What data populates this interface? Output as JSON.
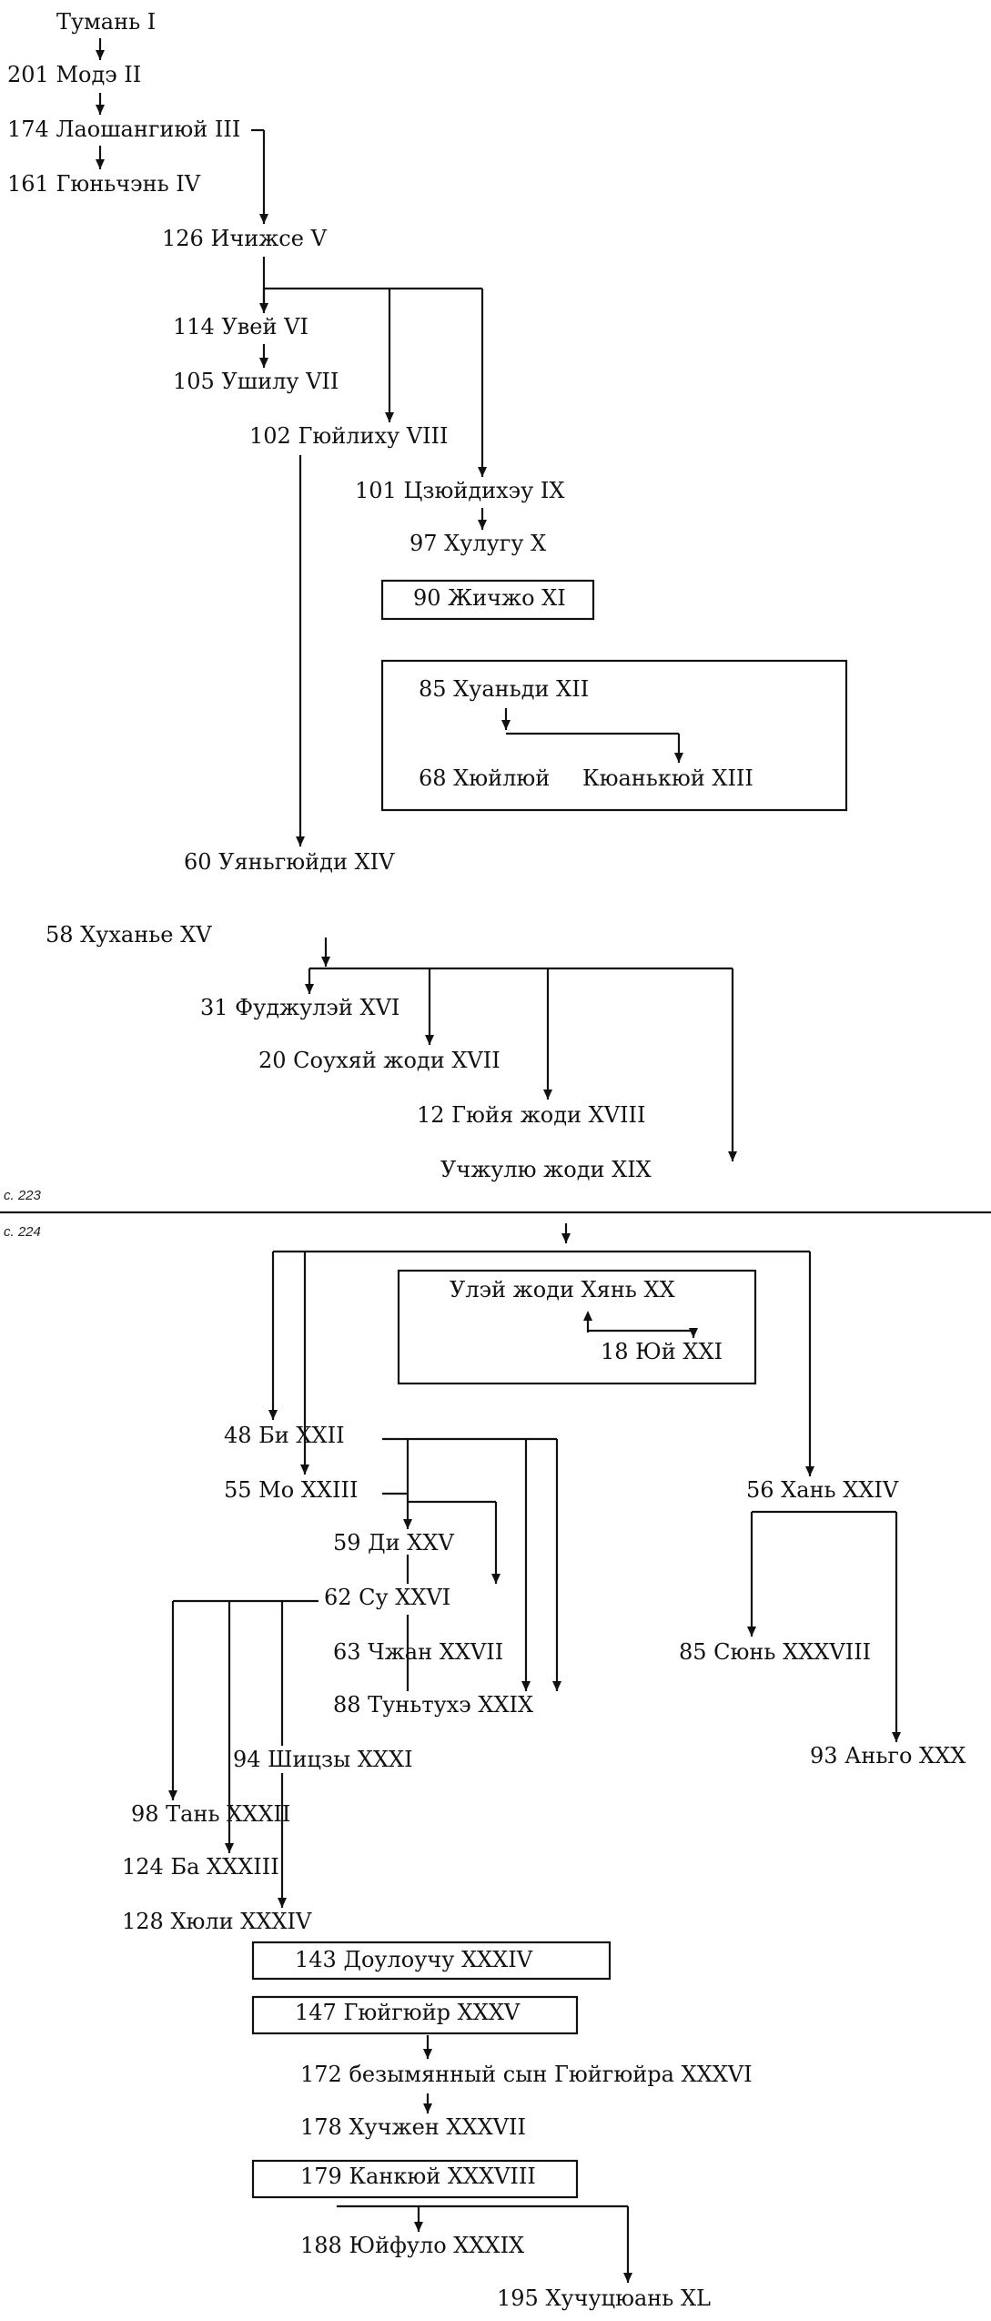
{
  "page_labels": {
    "p223": "с. 223",
    "p224": "с. 224"
  },
  "nodes": [
    {
      "id": "n1",
      "text": "Тумань I"
    },
    {
      "id": "n2",
      "text": "201 Модэ II"
    },
    {
      "id": "n3",
      "text": "174 Лаошангиюй III"
    },
    {
      "id": "n4",
      "text": "161 Гюньчэнь IV"
    },
    {
      "id": "n5",
      "text": "126 Ичижсе V"
    },
    {
      "id": "n6",
      "text": "114 Увей VI"
    },
    {
      "id": "n7",
      "text": "105 Ушилу VII"
    },
    {
      "id": "n8",
      "text": "102 Гюйлиху VIII"
    },
    {
      "id": "n9",
      "text": "101 Цзюйдихэу IX"
    },
    {
      "id": "n10",
      "text": "97 Хулугу X"
    },
    {
      "id": "n11",
      "text": "90 Жичжо XI"
    },
    {
      "id": "n12",
      "text": "85 Хуаньди XII"
    },
    {
      "id": "n13a",
      "text": "68 Хюйлюй"
    },
    {
      "id": "n13b",
      "text": "Кюанькюй XIII"
    },
    {
      "id": "n14",
      "text": "60 Уяньгюйди XIV"
    },
    {
      "id": "n15",
      "text": "58 Хуханье XV"
    },
    {
      "id": "n16",
      "text": "31 Фуджулэй XVI"
    },
    {
      "id": "n17",
      "text": "20 Соухяй жоди XVII"
    },
    {
      "id": "n18",
      "text": "12 Гюйя жоди XVIII"
    },
    {
      "id": "n19",
      "text": "Учжулю жоди XIX"
    },
    {
      "id": "n20",
      "text": "Улэй жоди Хянь XX"
    },
    {
      "id": "n21",
      "text": "18 Юй XXI"
    },
    {
      "id": "n22",
      "text": "48 Би XXII"
    },
    {
      "id": "n23",
      "text": "55 Мо XXIII"
    },
    {
      "id": "n24",
      "text": "56 Хань XXIV"
    },
    {
      "id": "n25",
      "text": "59 Ди XXV"
    },
    {
      "id": "n26",
      "text": "62 Су XXVI"
    },
    {
      "id": "n27",
      "text": "63 Чжан XXVII"
    },
    {
      "id": "n28",
      "text": "85 Сюнь XXXVIII"
    },
    {
      "id": "n29",
      "text": "88 Туньтухэ XXIX"
    },
    {
      "id": "n30",
      "text": "93 Аньго XXX"
    },
    {
      "id": "n31",
      "text": "94 Шицзы XXXI"
    },
    {
      "id": "n32",
      "text": "98 Тань XXXII"
    },
    {
      "id": "n33",
      "text": "124 Ба XXXIII"
    },
    {
      "id": "n34",
      "text": "128 Хюли XXXIV"
    },
    {
      "id": "n35",
      "text": "143 Доулоучу XXXIV"
    },
    {
      "id": "n36",
      "text": "147 Гюйгюйр XXXV"
    },
    {
      "id": "n37",
      "text": "172 безымянный сын Гюйгюйра XXXVI"
    },
    {
      "id": "n38",
      "text": "178 Хучжен XXXVII"
    },
    {
      "id": "n39",
      "text": "179 Канкюй XXXVIII"
    },
    {
      "id": "n40",
      "text": "188 Юйфуло XXXIX"
    },
    {
      "id": "n41",
      "text": "195 Хучуцюань XL"
    }
  ]
}
